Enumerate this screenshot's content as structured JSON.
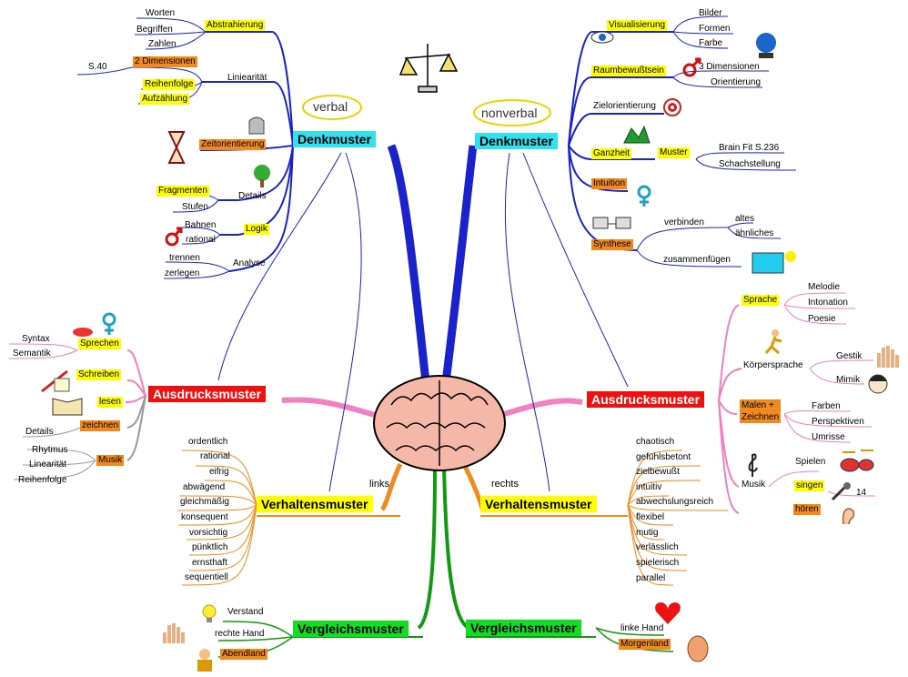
{
  "hubs": {
    "links": "links",
    "rechts": "rechts",
    "verbal": "verbal",
    "nonverbal": "nonverbal"
  },
  "left": {
    "denkmuster": {
      "title": "Denkmuster",
      "abstrahierung": "Abstrahierung",
      "worten": "Worten",
      "begriffen": "Begriffen",
      "zahlen": "Zahlen",
      "linearitaet": "Liniearität",
      "dim2": "2 Dimensionen",
      "s40": "S.40",
      "reihenfolge": "Reihenfolge",
      "aufzaehlung": "Aufzählung",
      "zeitorientierung": "Zeitorientierung",
      "details": "Details",
      "fragmenten": "Fragmenten",
      "stufen": "Stufen",
      "logik": "Logik",
      "bahnen": "Bahnen",
      "rational": "rational",
      "analyse": "Analyse",
      "trennen": "trennen",
      "zerlegen": "zerlegen"
    },
    "ausdrucksmuster": {
      "title": "Ausdrucksmuster",
      "sprechen": "Sprechen",
      "syntax": "Syntax",
      "semantik": "Semantik",
      "schreiben": "Schreiben",
      "lesen": "lesen",
      "zeichnen": "zeichnen",
      "details": "Details",
      "musik": "Musik",
      "rhytmus": "Rhytmus",
      "linearitaet": "Linearität",
      "reihenfolge": "Reihenfolge"
    },
    "verhaltensmuster": {
      "title": "Verhaltensmuster",
      "items": [
        "ordentlich",
        "rational",
        "eifrig",
        "abwägend",
        "gleichmäßig",
        "konsequent",
        "vorsichtig",
        "pünktlich",
        "ernsthaft",
        "sequentiell"
      ]
    },
    "vergleichsmuster": {
      "title": "Vergleichsmuster",
      "verstand": "Verstand",
      "rechte_hand": "rechte Hand",
      "abendland": "Abendland"
    }
  },
  "right": {
    "denkmuster": {
      "title": "Denkmuster",
      "visualisierung": "Visualisierung",
      "bilder": "Bilder",
      "formen": "Formen",
      "farbe": "Farbe",
      "raumbewusstsein": "Raumbewußtsein",
      "dim3": "3 Dimensionen",
      "orientierung": "Orientierung",
      "zielorientierung": "Zielorientierung",
      "ganzheit": "Ganzheit",
      "muster": "Muster",
      "brainfit": "Brain Fit S.236",
      "schach": "Schachstellung",
      "intuition": "Intuition",
      "synthese": "Synthese",
      "verbinden": "verbinden",
      "altes": "altes",
      "aehnliches": "ähnliches",
      "zusammenfuegen": "zusammenfügen"
    },
    "ausdrucksmuster": {
      "title": "Ausdrucksmuster",
      "sprache": "Sprache",
      "melodie": "Melodie",
      "intonation": "Intonation",
      "poesie": "Poesie",
      "koerpersprache": "Körpersprache",
      "gestik": "Gestik",
      "mimik": "Mimik",
      "malen1": "Malen +",
      "malen2": "Zeichnen",
      "farben": "Farben",
      "perspektiven": "Perspektiven",
      "umrisse": "Umrisse",
      "musik": "Musik",
      "spielen": "Spielen",
      "singen": "singen",
      "n14": "14",
      "hoeren": "hören"
    },
    "verhaltensmuster": {
      "title": "Verhaltensmuster",
      "items": [
        "chaotisch",
        "gefühlsbetont",
        "zielbewußt",
        "intuitiv",
        "abwechslungsreich",
        "flexibel",
        "mutig",
        "verlässlich",
        "spielerisch",
        "parallel"
      ]
    },
    "vergleichsmuster": {
      "title": "Vergleichsmuster",
      "linke_hand": "linke Hand",
      "morgenland": "Morgenland"
    }
  },
  "colors": {
    "blue": "#1a22cc",
    "pink": "#f080c0",
    "orange": "#f08a1e",
    "green": "#119911",
    "brain": "#f5b7a8"
  },
  "icons": [
    "balance-scale-icon",
    "brain-icon",
    "gravestone-icon",
    "hourglass-icon",
    "tree-icon",
    "male-symbol-icon",
    "female-symbol-icon",
    "lips-icon",
    "quill-icon",
    "book-icon",
    "eye-icon",
    "crystal-ball-icon",
    "target-icon",
    "hills-icon",
    "computers-icon",
    "lightbulb-icon",
    "hand-icon",
    "person-icon",
    "heart-icon",
    "face-icon",
    "runner-icon",
    "treble-clef-icon",
    "drums-icon",
    "microphone-icon",
    "ear-icon",
    "camera-icon",
    "woman-face-icon"
  ]
}
